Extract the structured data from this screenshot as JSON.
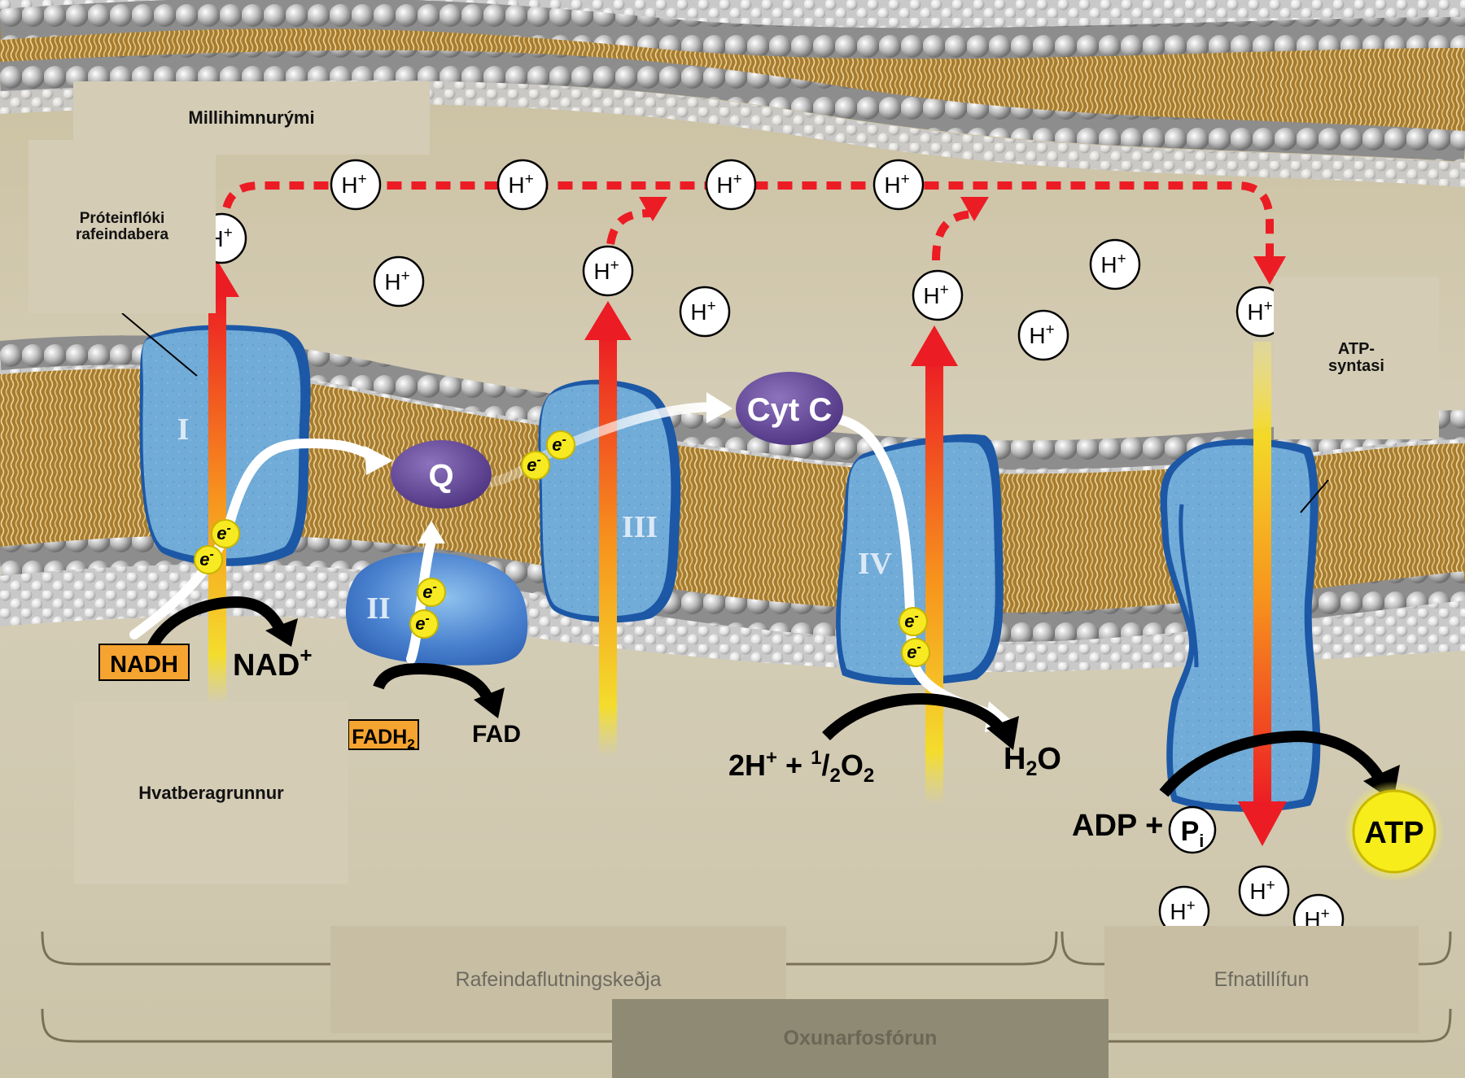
{
  "labels": {
    "intermembrane_space": "Millihimnurými",
    "electron_carrier_complex": "Próteinflóki\nrafeindabera",
    "atp_synthase": "ATP-\nsyntasi",
    "matrix": "Hvatberagrunnur",
    "electron_transport_chain": "Rafeindaflutningskeðja",
    "chemiosmosis": "Efnatillífun",
    "oxidative_phosphorylation": "Oxunarfosfórun"
  },
  "complexes": {
    "I": "I",
    "II": "II",
    "III": "III",
    "IV": "IV",
    "Q": "Q",
    "cytc": "Cyt C"
  },
  "molecules": {
    "nadh": "NADH",
    "nad": "NAD",
    "fadh2": "FADH",
    "fadh2_sub": "2",
    "fad": "FAD",
    "water_h": "H",
    "water_sub": "2",
    "water_o": "O",
    "oxygen_pre": "2H",
    "oxygen_plus": "+",
    "oxygen_sep": " + ",
    "oxygen_num": "1",
    "oxygen_slash": "/",
    "oxygen_den": "2",
    "oxygen_o": "O",
    "oxygen_o_sub": "2",
    "adp": "ADP +",
    "pi": "P",
    "pi_sub": "i",
    "atp": "ATP"
  },
  "proton": {
    "symbol": "H",
    "charge": "+"
  },
  "electron": {
    "symbol": "e",
    "charge": "-"
  },
  "colors": {
    "membrane_tail": "#a87f34",
    "membrane_head": "#c4c4c4",
    "protein": "#6ea8d4",
    "protein_edge": "#1c58a6",
    "complex_ii": "#3d74c7",
    "carrier": "#6a4c9c",
    "proton_arrow": "#ee2222",
    "atp_glow": "#f6f21e",
    "nadh_box": "#f6a431"
  }
}
